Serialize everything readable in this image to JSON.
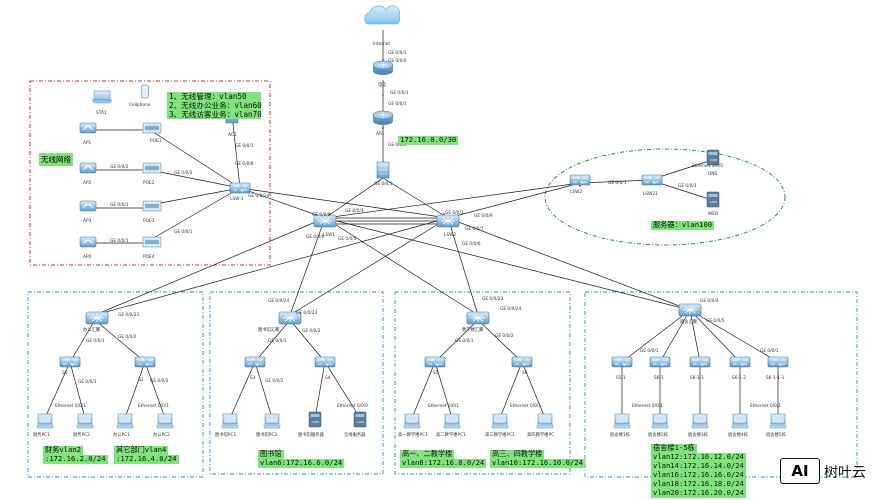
{
  "internet": {
    "label": "Internet",
    "port": "GE 0/0/1"
  },
  "routers": [
    {
      "id": "r1",
      "label": "电信",
      "port_top": "GE 0/0/0",
      "port_bottom": "GE 0/0/1"
    },
    {
      "id": "ar1",
      "label": "AR1",
      "port_top": "GE 0/0/1",
      "port_bottom": "GE 0/0/2",
      "addr": "172.16.0.0/30"
    }
  ],
  "core": {
    "fw": "GE 0/0/1",
    "lsw1": "LSW1",
    "lsw2": "LSW2"
  },
  "wireless": {
    "title": "无线网络",
    "devices": [
      "STA1",
      "Cellphone",
      "AC1",
      "AP1",
      "AP2",
      "AP3",
      "AP4",
      "POE1",
      "POE2",
      "POE3",
      "POE4",
      "LSW-1"
    ],
    "vlans": [
      "1、无线管理：vlan50",
      "2、无线办公业务：vlan60",
      "3、无线访客业务：vlan70"
    ]
  },
  "servers": {
    "devices": [
      "LSW2",
      "LSW21",
      "DNS",
      "WEB"
    ],
    "label": "服务器：vlan100"
  },
  "zones": [
    {
      "id": "finance",
      "switch": "办公汇聚",
      "leafs": [
        "S1",
        "S2"
      ],
      "pcs": [
        "财务PC1",
        "财务PC2",
        "办公PC1",
        "办公PC2"
      ],
      "labels": [
        {
          "title": "财务vlan2",
          "subnet": ":172.16.2.0/24"
        },
        {
          "title": "其它部门vlan4",
          "subnet": ":172.16.4.0/24"
        }
      ]
    },
    {
      "id": "library",
      "switch": "图书馆汇聚",
      "leafs": [
        "S3",
        "S4"
      ],
      "pcs": [
        "图书馆PC1",
        "图书馆PC2",
        "图书馆服务器",
        "无线服务器"
      ],
      "labels": [
        {
          "title": "图书馆",
          "subnet": "vlan6:172.16.6.0/24"
        }
      ]
    },
    {
      "id": "teaching",
      "switch": "教学楼汇聚",
      "leafs": [
        "S5",
        "S6"
      ],
      "pcs": [
        "高一教学楼PC1",
        "高二教学楼PC1",
        "高三教学楼PC1",
        "高四教学楼PC"
      ],
      "labels": [
        {
          "title": "高一、二教学楼",
          "subnet": "vlan8:172.16.8.0/24"
        },
        {
          "title": "高三、四教学楼",
          "subnet": "vlan10:172.16.10.0/24"
        }
      ]
    },
    {
      "id": "dorm",
      "switch": "宿舍汇聚",
      "leafs": [
        "S5-1",
        "S6-1",
        "S6-1-1",
        "S6-1-2",
        "S6-1-1-1"
      ],
      "pcs": [
        "宿舍楼1栋",
        "宿舍楼2栋",
        "宿舍楼3栋",
        "宿舍楼4栋",
        "宿舍楼5栋"
      ],
      "labels": [
        {
          "title": "宿舍楼1-5栋",
          "subnets": [
            "vlan12:172.16.12.0/24",
            "vlan14:172.16.14.0/24",
            "vlan16:172.16.16.0/24",
            "vlan18:172.16.18.0/24",
            "vlan20:172.16.20.0/24"
          ]
        }
      ]
    }
  ],
  "port_labels": {
    "ge001": "GE 0/0/1",
    "ge002": "GE 0/0/2",
    "ge003": "GE 0/0/3",
    "ge004": "GE 0/0/4",
    "ge005": "GE 0/0/5",
    "ge006": "GE 0/0/6",
    "ge007": "GE 0/0/7",
    "ge008": "GE 0/0/8",
    "ge009": "GE 0/0/9",
    "ge0023": "GE 0/0/23",
    "ge0024": "GE 0/0/24",
    "eth001": "Ethernet 0/0/1",
    "eth000": "Ethernet 0/0/0",
    "eth002": "Ethernet 0/0/2"
  },
  "watermark": {
    "badge": "AI",
    "text": "树叶云"
  },
  "colors": {
    "red_zone": "#d23a3a",
    "blue_zone": "#2b8fd1",
    "green_zone": "#2e9a3b",
    "link": "#1c1c1c",
    "red_link": "#e23b3b",
    "label_bg": "#7ee37a"
  }
}
